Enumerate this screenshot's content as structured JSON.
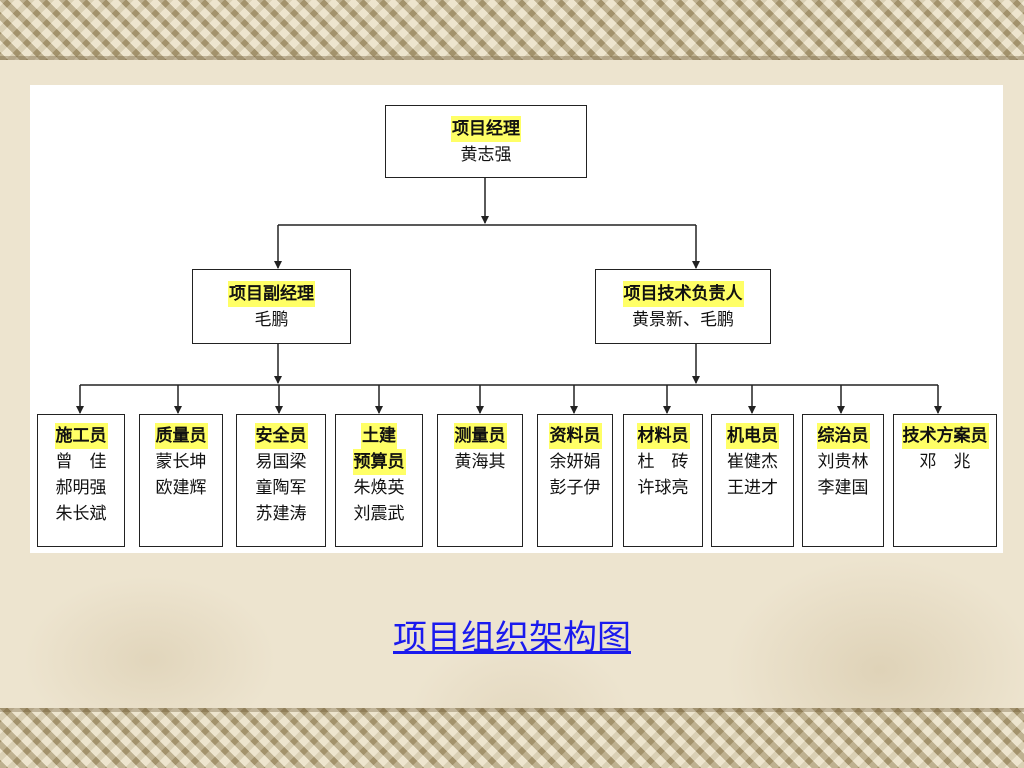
{
  "diagram": {
    "caption": "项目组织架构图",
    "top": {
      "role": "项目经理",
      "names": [
        "黄志强"
      ]
    },
    "level2": [
      {
        "role": "项目副经理",
        "names": [
          "毛鹏"
        ]
      },
      {
        "role": "项目技术负责人",
        "names": [
          "黄景新、毛鹏"
        ]
      }
    ],
    "staff": [
      {
        "role": "施工员",
        "names": [
          "曾　佳",
          "郝明强",
          "朱长斌"
        ]
      },
      {
        "role": "质量员",
        "names": [
          "蒙长坤",
          "欧建辉"
        ]
      },
      {
        "role": "安全员",
        "names": [
          "易国梁",
          "童陶军",
          "苏建涛"
        ]
      },
      {
        "role": "土建",
        "role2": "预算员",
        "names": [
          "朱焕英",
          "刘震武"
        ]
      },
      {
        "role": "测量员",
        "names": [
          "黄海其"
        ]
      },
      {
        "role": "资料员",
        "names": [
          "余妍娟",
          "彭子伊"
        ]
      },
      {
        "role": "材料员",
        "names": [
          "杜　砖",
          "许球亮"
        ]
      },
      {
        "role": "机电员",
        "names": [
          "崔健杰",
          "王进才"
        ]
      },
      {
        "role": "综治员",
        "names": [
          "刘贵林",
          "李建国"
        ]
      },
      {
        "role": "技术方案员",
        "names": [
          "邓　兆"
        ]
      }
    ],
    "colors": {
      "highlight": "#ffff66",
      "caption": "#1a1aee",
      "line": "#222222"
    }
  }
}
